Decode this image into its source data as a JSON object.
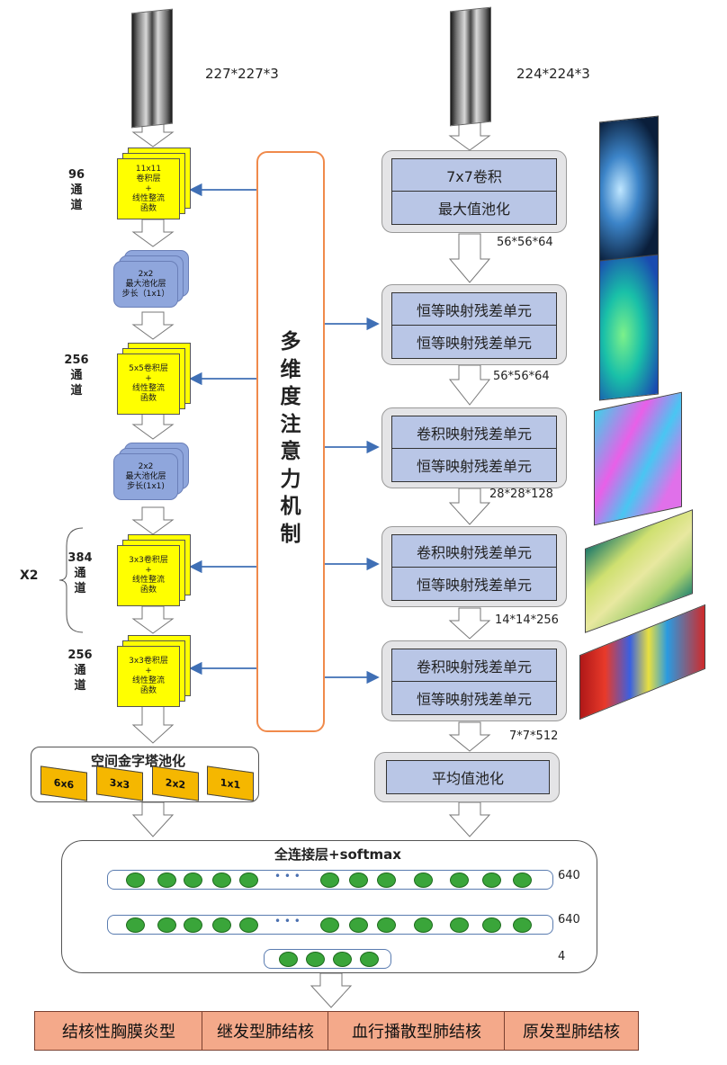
{
  "left_branch": {
    "input_dim": "227*227*3",
    "yellow_blocks": [
      {
        "lines": [
          "11x11",
          "卷积层",
          "+",
          "线性整流",
          "函数"
        ]
      },
      {
        "lines": [
          "5x5卷积层",
          "+",
          "线性整流",
          "函数"
        ]
      },
      {
        "lines": [
          "3x3卷积层",
          "+",
          "线性整流",
          "函数"
        ]
      },
      {
        "lines": [
          "3x3卷积层",
          "+",
          "线性整流",
          "函数"
        ]
      }
    ],
    "blue_blocks": [
      {
        "lines": [
          "2x2",
          "最大池化层",
          "步长（1x1）"
        ]
      },
      {
        "lines": [
          "2x2",
          "最大池化层",
          "步长(1x1)"
        ]
      }
    ],
    "channels": [
      {
        "num": "96",
        "label1": "通",
        "label2": "道"
      },
      {
        "num": "256",
        "label1": "通",
        "label2": "道"
      },
      {
        "num": "384",
        "label1": "通",
        "label2": "道"
      },
      {
        "num": "256",
        "label1": "通",
        "label2": "道"
      }
    ],
    "repeat_label": "X2",
    "spp": {
      "title": "空间金字塔池化",
      "cells": [
        "6x6",
        "3x3",
        "2x2",
        "1x1"
      ]
    }
  },
  "attention": {
    "chars": [
      "多",
      "维",
      "度",
      "注",
      "意",
      "力",
      "机",
      "制"
    ]
  },
  "right_branch": {
    "input_dim": "224*224*3",
    "block1": [
      "7x7卷积",
      "最大值池化"
    ],
    "block2": [
      "恒等映射残差单元",
      "恒等映射残差单元"
    ],
    "block3": [
      "卷积映射残差单元",
      "恒等映射残差单元"
    ],
    "block4": [
      "卷积映射残差单元",
      "恒等映射残差单元"
    ],
    "block5": [
      "卷积映射残差单元",
      "恒等映射残差单元"
    ],
    "dims": [
      "56*56*64",
      "56*56*64",
      "28*28*128",
      "14*14*256",
      "7*7*512"
    ],
    "avgpool": "平均值池化"
  },
  "fc": {
    "title": "全连接层+softmax",
    "layer_sizes": [
      "640",
      "640",
      "4"
    ]
  },
  "outputs": [
    "结核性胸膜炎型",
    "继发型肺结核",
    "血行播散型肺结核",
    "原发型肺结核"
  ],
  "colors": {
    "attention_border": "#f08a4b",
    "yellow": "#ffff00",
    "pool_blue": "#8fa6dc",
    "res_cell": "#b9c6e6",
    "node_green": "#3aa53a",
    "output_fill": "#f4a98a",
    "arrow_blue": "#3f6fb5"
  }
}
